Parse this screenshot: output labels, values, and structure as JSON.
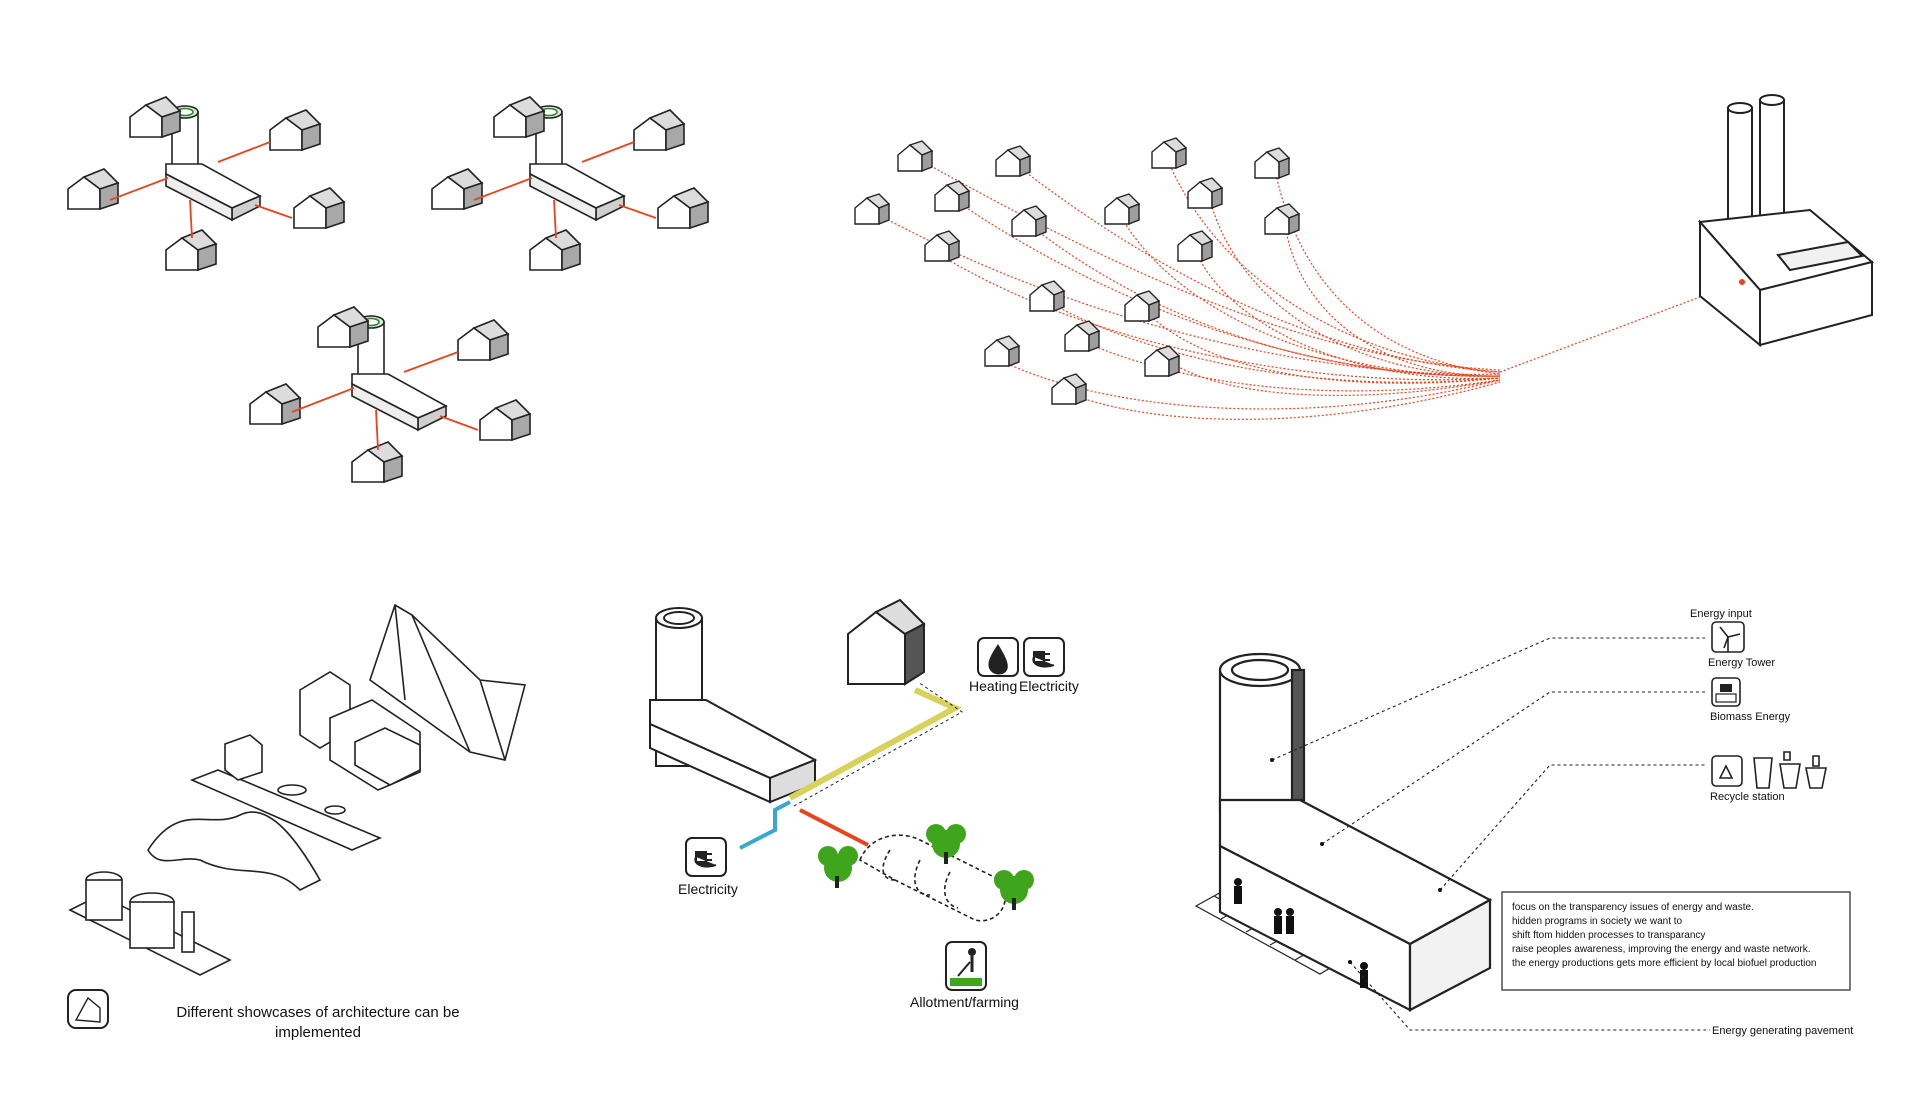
{
  "captions": {
    "showcase_line1": "Different showcases of architecture can be",
    "showcase_line2": "implemented"
  },
  "network_labels": {
    "heating": "Heating",
    "electricity_top": "Electricity",
    "electricity_left": "Electricity",
    "allotment": "Allotment/farming"
  },
  "legend": {
    "energy_input": "Energy input",
    "energy_tower": "Energy Tower",
    "biomass_energy": "Biomass Energy",
    "recycle_station": "Recycle station",
    "energy_pavement": "Energy generating pavement"
  },
  "concept_text": [
    "focus on the transparency issues of energy and waste.",
    "hidden programs in society we want to",
    "shift ftom hidden processes to transparancy",
    "raise peoples awareness,  improving the energy and waste network.",
    "the energy productions gets more efficient by local biofuel production"
  ],
  "colors": {
    "flow_line": "#e8441c",
    "heating_line": "#d8d25a",
    "electric_line": "#3aa7d0",
    "tree_green": "#3fa51c",
    "house_grey": "#b8b8b8"
  },
  "icons": [
    "fire-icon",
    "plug-icon",
    "farmer-icon",
    "wind-turbine-icon",
    "biomass-icon",
    "recycle-icon",
    "bin-icon",
    "architecture-icon"
  ]
}
